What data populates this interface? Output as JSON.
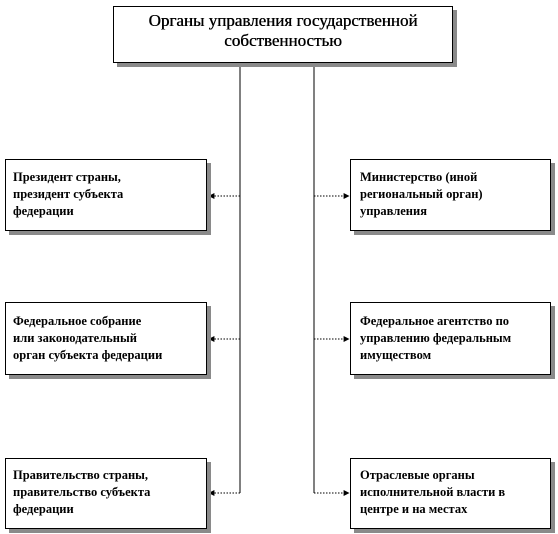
{
  "diagram": {
    "root": {
      "text": "Органы управления государственной\nсобственностью"
    },
    "left_column": [
      {
        "id": "president",
        "text": "Президент страны,\nпрезидент субъекта\nфедерации"
      },
      {
        "id": "assembly",
        "text": "Федеральное собрание\nили законодательный\nорган субъекта  федерации"
      },
      {
        "id": "government",
        "text": "Правительство страны,\nправительство субъекта\nфедерации"
      }
    ],
    "right_column": [
      {
        "id": "ministry",
        "text": "Министерство (иной\nрегиональный орган)\nуправления"
      },
      {
        "id": "agency",
        "text": "Федеральное агентство по\nуправлению федеральным\nимуществом"
      },
      {
        "id": "sector",
        "text": "Отраслевые органы\nисполнительной власти в\nцентре и на местах"
      }
    ],
    "colors": {
      "line": "#000000",
      "shadow": "#8a8a8a",
      "background": "#ffffff"
    }
  }
}
